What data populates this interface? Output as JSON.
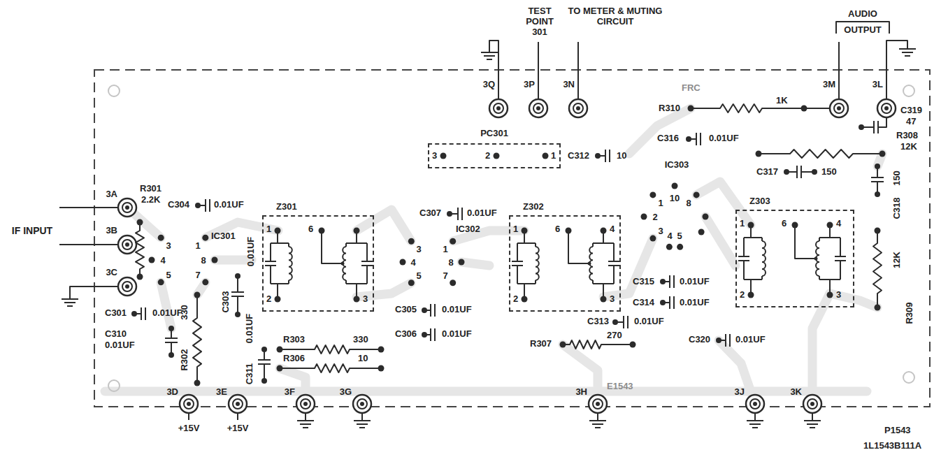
{
  "diagram": {
    "nodes": [
      {
        "text": [
          "PC301",
          "3",
          "2",
          "1"
        ]
      },
      {
        "text": [
          "Z301",
          "1",
          "6",
          "2",
          "3"
        ]
      },
      {
        "text": [
          "Z302",
          "1",
          "6",
          "4",
          "2",
          "3"
        ]
      },
      {
        "text": [
          "Z303",
          "1",
          "6",
          "4",
          "2",
          "3"
        ]
      }
    ],
    "labels": [
      "TEST POINT 301",
      "TO METER & MUTING CIRCUIT",
      "AUDIO OUTPUT",
      "3Q",
      "3P",
      "3N",
      "3M",
      "3L",
      "FRC",
      "C312",
      "10",
      "R310",
      "1K",
      "C319",
      "47",
      "C316",
      "0.01UF",
      "R308",
      "12K",
      "C317",
      "150",
      "150",
      "C318",
      "IC303",
      "1",
      "8",
      "2",
      "10",
      "3",
      "4",
      "5",
      "C315",
      "0.01UF",
      "C314",
      "0.01UF",
      "C313",
      "0.01UF",
      "C320",
      "0.01UF",
      "R307",
      "270",
      "R309",
      "12K",
      "IF INPUT",
      "3A",
      "3B",
      "3C",
      "R301",
      "2.2K",
      "C304",
      "0.01UF",
      "IC301",
      "3",
      "1",
      "4",
      "8",
      "5",
      "7",
      "C301",
      "0.01UF",
      "C310",
      "0.01UF",
      "330",
      "R302",
      "C303",
      "0.01UF",
      "0.01UF",
      "C311",
      "R303",
      "330",
      "R306",
      "10",
      "C307",
      "0.01UF",
      "IC302",
      "3",
      "1",
      "4",
      "8",
      "5",
      "7",
      "C305",
      "0.01UF",
      "C306",
      "0.01UF",
      "3D",
      "+15V",
      "3E",
      "+15V",
      "3F",
      "3G",
      "3H",
      "3J",
      "3K",
      "E1543",
      "P1543",
      "1L1543B111A"
    ]
  }
}
